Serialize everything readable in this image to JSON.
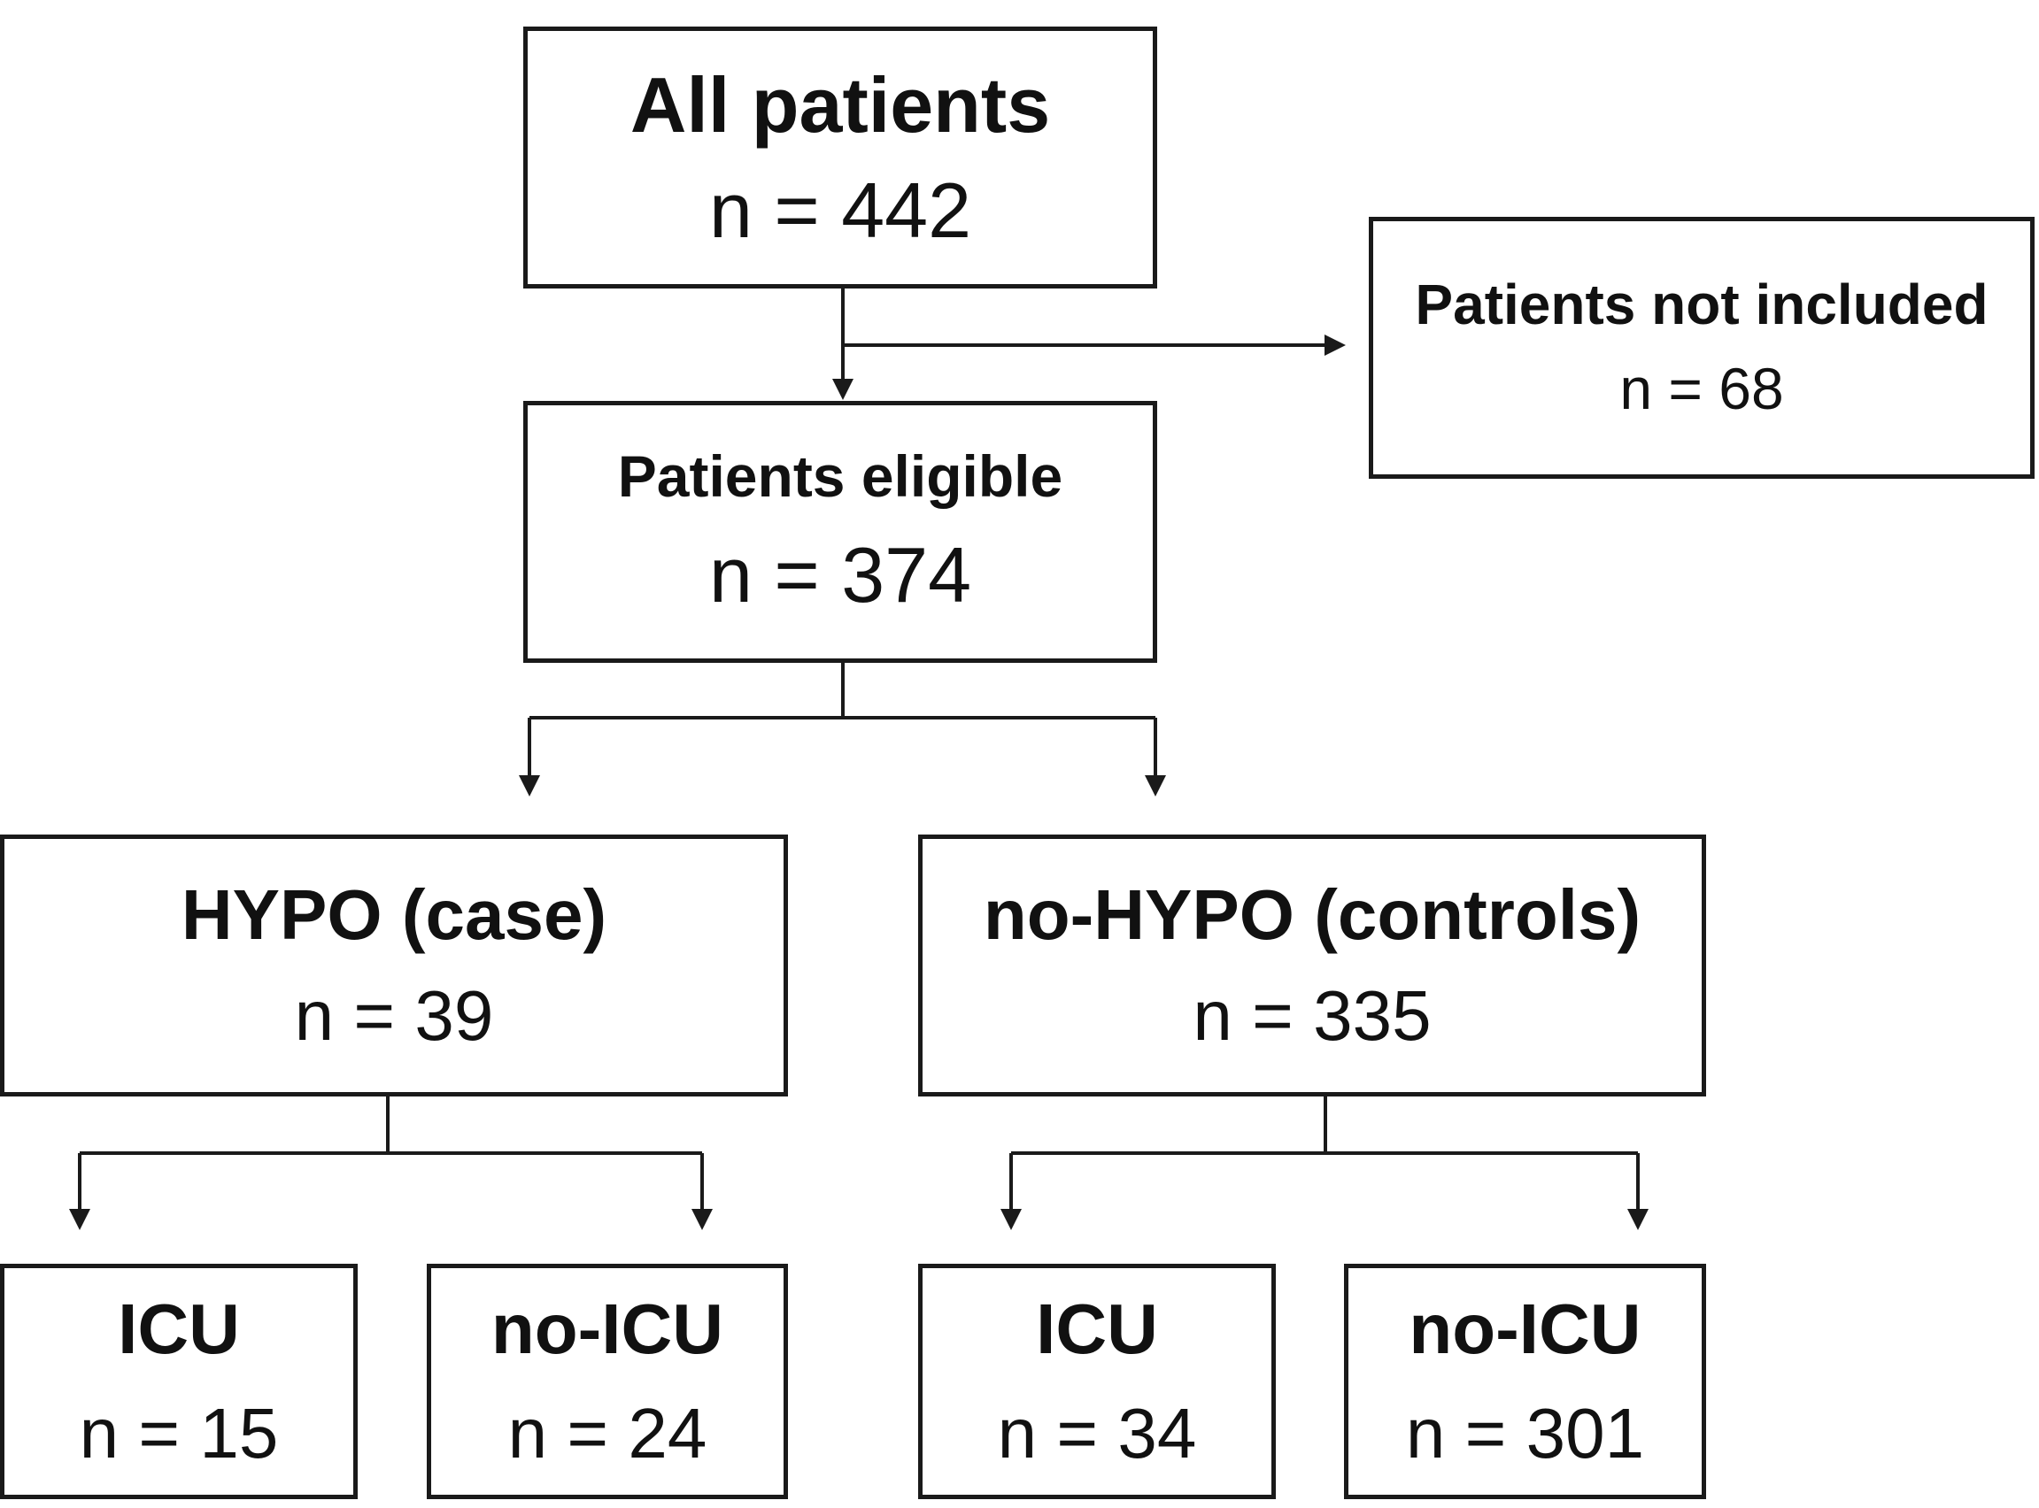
{
  "flowchart": {
    "all_patients": {
      "title": "All patients",
      "count": "n = 442"
    },
    "not_included": {
      "title": "Patients not included",
      "count": "n = 68"
    },
    "eligible": {
      "title": "Patients eligible",
      "count": "n = 374"
    },
    "hypo": {
      "title": "HYPO (case)",
      "count": "n = 39"
    },
    "no_hypo": {
      "title": "no-HYPO (controls)",
      "count": "n = 335"
    },
    "hypo_icu": {
      "title": "ICU",
      "count": "n = 15"
    },
    "hypo_no_icu": {
      "title": "no-ICU",
      "count": "n = 24"
    },
    "no_hypo_icu": {
      "title": "ICU",
      "count": "n = 34"
    },
    "no_hypo_no_icu": {
      "title": "no-ICU",
      "count": "n = 301"
    }
  },
  "colors": {
    "line": "#1a1a1a",
    "background": "#ffffff",
    "text": "#111111"
  }
}
